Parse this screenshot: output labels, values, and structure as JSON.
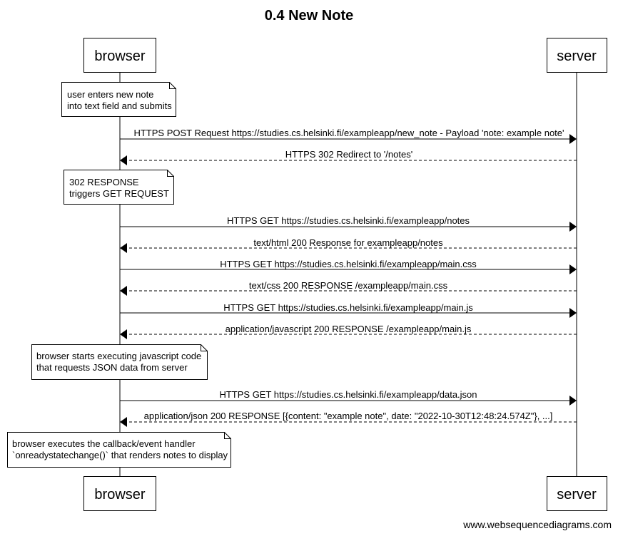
{
  "title": "0.4 New Note",
  "participants": {
    "browser": "browser",
    "server": "server"
  },
  "notes": [
    {
      "lines": [
        "user enters new note",
        "into text field and submits"
      ]
    },
    {
      "lines": [
        "302 RESPONSE",
        "triggers GET REQUEST"
      ]
    },
    {
      "lines": [
        "browser starts executing javascript code",
        "that requests JSON data from server"
      ]
    },
    {
      "lines": [
        "browser executes the callback/event handler",
        "`onreadystatechange()` that renders notes to display"
      ]
    }
  ],
  "messages": [
    {
      "label": "HTTPS POST Request https://studies.cs.helsinki.fi/exampleapp/new_note - Payload 'note: example note'",
      "direction": "request"
    },
    {
      "label": "HTTPS 302 Redirect to '/notes'",
      "direction": "response"
    },
    {
      "label": "HTTPS GET https://studies.cs.helsinki.fi/exampleapp/notes",
      "direction": "request"
    },
    {
      "label": "text/html 200 Response for exampleapp/notes",
      "direction": "response"
    },
    {
      "label": "HTTPS GET https://studies.cs.helsinki.fi/exampleapp/main.css",
      "direction": "request"
    },
    {
      "label": "text/css 200 RESPONSE /exampleapp/main.css",
      "direction": "response"
    },
    {
      "label": "HTTPS GET https://studies.cs.helsinki.fi/exampleapp/main.js",
      "direction": "request"
    },
    {
      "label": "application/javascript 200 RESPONSE /exampleapp/main.js",
      "direction": "response"
    },
    {
      "label": "HTTPS GET https://studies.cs.helsinki.fi/exampleapp/data.json",
      "direction": "request"
    },
    {
      "label": "application/json 200 RESPONSE [{content: \"example note\", date: \"2022-10-30T12:48:24.574Z\"}, ...]",
      "direction": "response"
    }
  ],
  "footer": "www.websequencediagrams.com"
}
